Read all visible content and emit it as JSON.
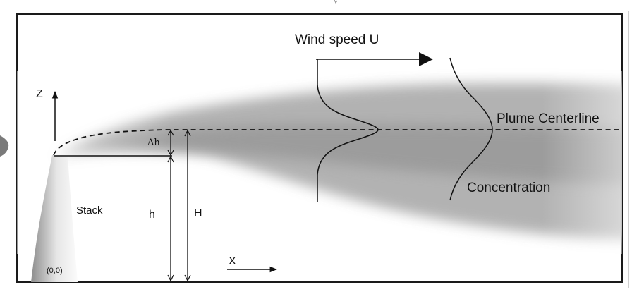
{
  "labels": {
    "wind": "Wind speed U",
    "centerline": "Plume Centerline",
    "concentration": "Concentration",
    "stack": "Stack",
    "z_axis": "Z",
    "x_axis": "X",
    "delta_h": "Δh",
    "h": "h",
    "H": "H",
    "origin": "(0,0)"
  },
  "colors": {
    "frame": "#1a1a1a",
    "line": "#111111",
    "plume": "#9c9c9c"
  }
}
